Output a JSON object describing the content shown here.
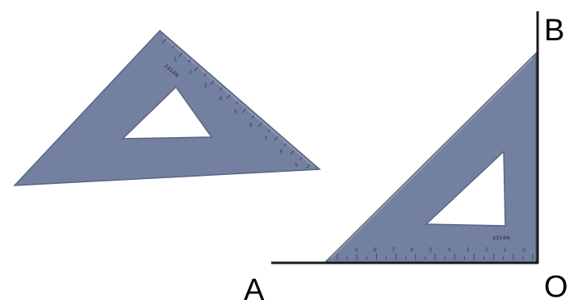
{
  "points": {
    "A": "A",
    "B": "B",
    "O": "O"
  },
  "colors": {
    "set_square_fill": "#7480a0",
    "set_square_edge": "#5a6585",
    "set_square_highlight": "#8d97b3",
    "line": "#1a1a1a"
  },
  "set_square_left": {
    "type": "45-degree set square",
    "ruler_numbers": [
      "1",
      "2",
      "3",
      "4",
      "5",
      "6",
      "7",
      "8",
      "9"
    ],
    "brand_mark": "2314N"
  },
  "set_square_right": {
    "type": "45-degree set square",
    "ruler_numbers": [
      "9",
      "8",
      "7",
      "6",
      "5",
      "4",
      "3",
      "2",
      "1",
      "0"
    ],
    "brand_mark": "2314N"
  }
}
